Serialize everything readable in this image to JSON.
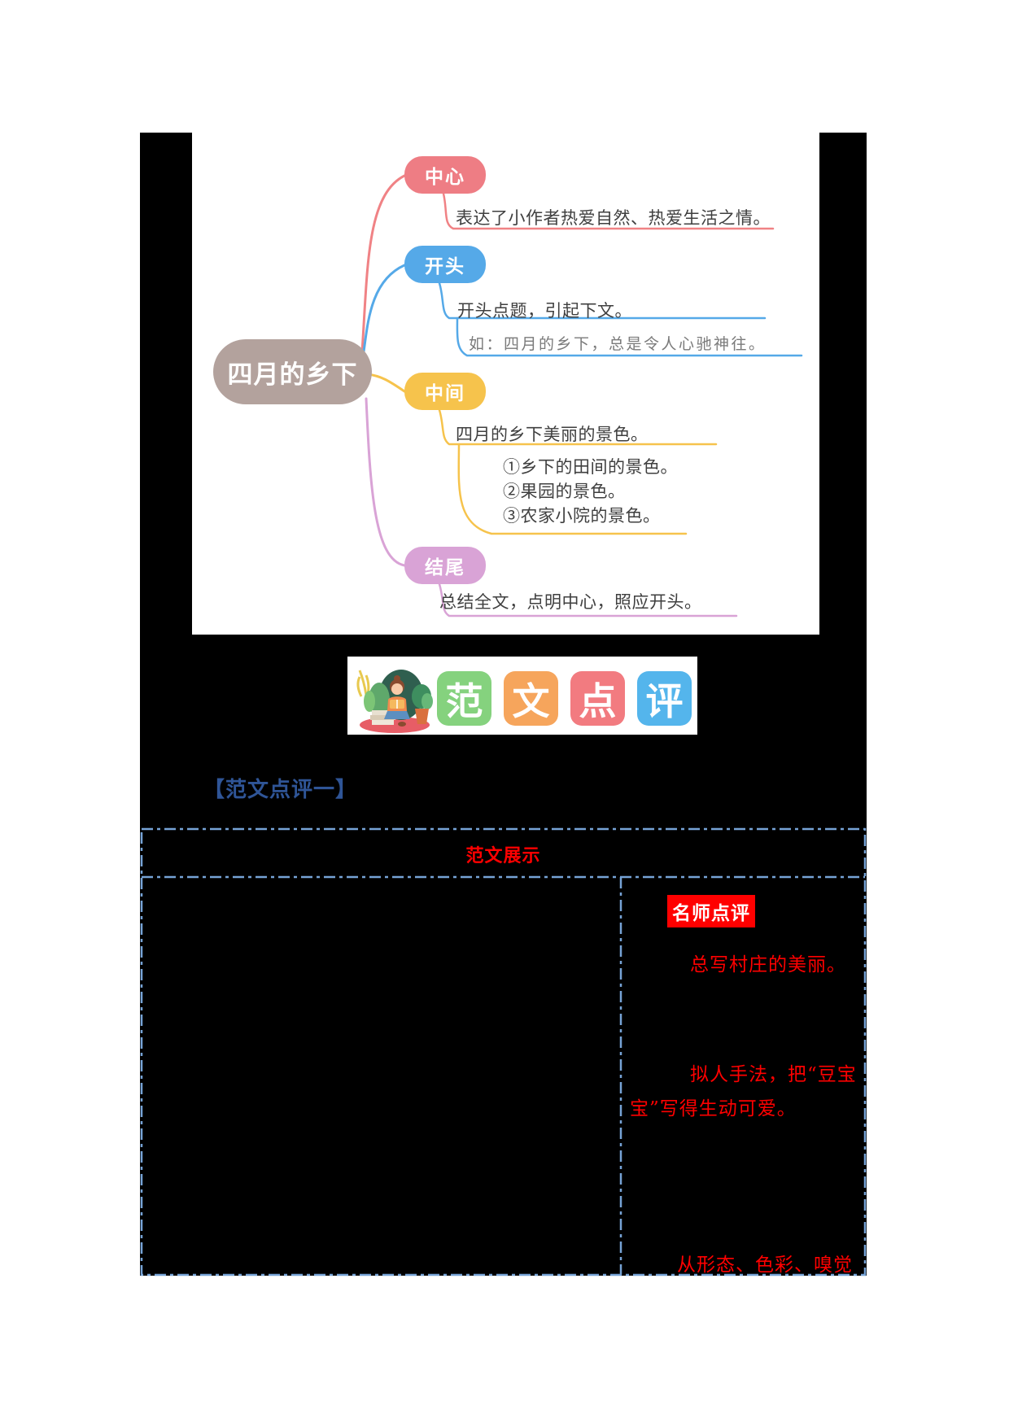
{
  "mindmap": {
    "root": {
      "label": "四月的乡下",
      "color": "#B3A29D"
    },
    "branches": [
      {
        "label": "中心",
        "color": "#EE7D84",
        "note": "表达了小作者热爱自然、热爱生活之情。"
      },
      {
        "label": "开头",
        "color": "#55A9E8",
        "note": "开头点题，引起下文。",
        "example": "如：四月的乡下，总是令人心驰神往。"
      },
      {
        "label": "中间",
        "color": "#F6C34C",
        "note": "四月的乡下美丽的景色。",
        "subitems": [
          "①乡下的田间的景色。",
          "②果园的景色。",
          "③农家小院的景色。"
        ]
      },
      {
        "label": "结尾",
        "color": "#D9A3D6",
        "note": "总结全文，点明中心，照应开头。"
      }
    ]
  },
  "banner": {
    "illustration": "girl-reading-among-plants",
    "tiles": [
      {
        "char": "范",
        "color": "#85D27E"
      },
      {
        "char": "文",
        "color": "#F6A55C"
      },
      {
        "char": "点",
        "color": "#F27B80"
      },
      {
        "char": "评",
        "color": "#54B5EC"
      }
    ]
  },
  "section": {
    "heading": "【范文点评一】",
    "heading_color": "#2F5597"
  },
  "review_table": {
    "header": "范文展示",
    "teacher_badge": "名师点评",
    "comments": [
      "总写村庄的美丽。",
      "拟人手法，把“豆宝",
      "宝”写得生动可爱。",
      "从形态、色彩、嗅觉"
    ],
    "accent_red": "#FF0000",
    "border_color": "#76A3D6"
  }
}
